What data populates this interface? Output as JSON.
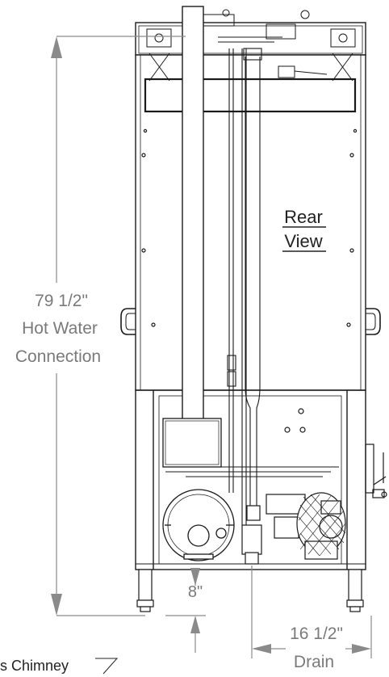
{
  "diagram": {
    "view_label_line1": "Rear",
    "view_label_line2": "View",
    "height_dim_value": "79 1/2\"",
    "height_dim_line2": "Hot Water",
    "height_dim_line3": "Connection",
    "offset_dim_value": "8\"",
    "drain_dim_value": "16 1/2\"",
    "drain_dim_line2": "Drain",
    "chimney_label": "s Chimney"
  },
  "colors": {
    "line": "#1a1a1a",
    "dimension": "#8a8a8a",
    "dimension_text": "#7a7a7a",
    "panel_fill": "#ffffff"
  }
}
